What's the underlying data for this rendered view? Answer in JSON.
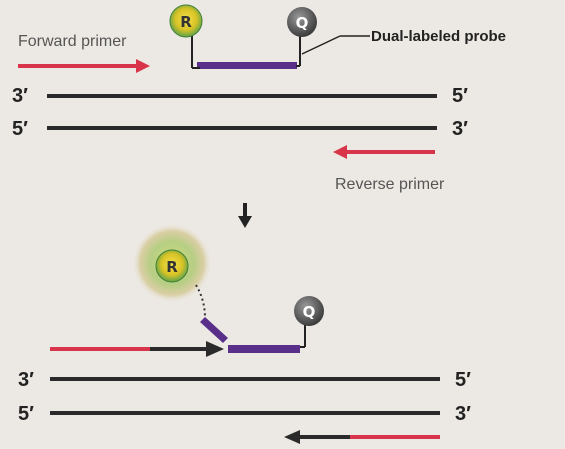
{
  "labels": {
    "forward_primer": "Forward primer",
    "reverse_primer": "Reverse primer",
    "probe": "Dual-labeled probe"
  },
  "reporter": "R",
  "quencher": "Q",
  "ends": {
    "top_left_1": "3′",
    "top_right_1": "5′",
    "bottom_left_1": "5′",
    "bottom_right_1": "3′",
    "top_left_2": "3′",
    "top_right_2": "5′",
    "bottom_left_2": "5′",
    "bottom_right_2": "3′"
  },
  "colors": {
    "primer": "#d8354a",
    "probe": "#5a2f8a",
    "strand": "#2a2a2a",
    "reporter_glow": "#8fbf4a",
    "reporter_core": "#e6d431",
    "quencher": "#555555",
    "background": "#ece9e4"
  },
  "icons": {
    "process_arrow": "arrow-down-icon",
    "reporter": "reporter-dye-icon",
    "quencher": "quencher-dye-icon"
  }
}
